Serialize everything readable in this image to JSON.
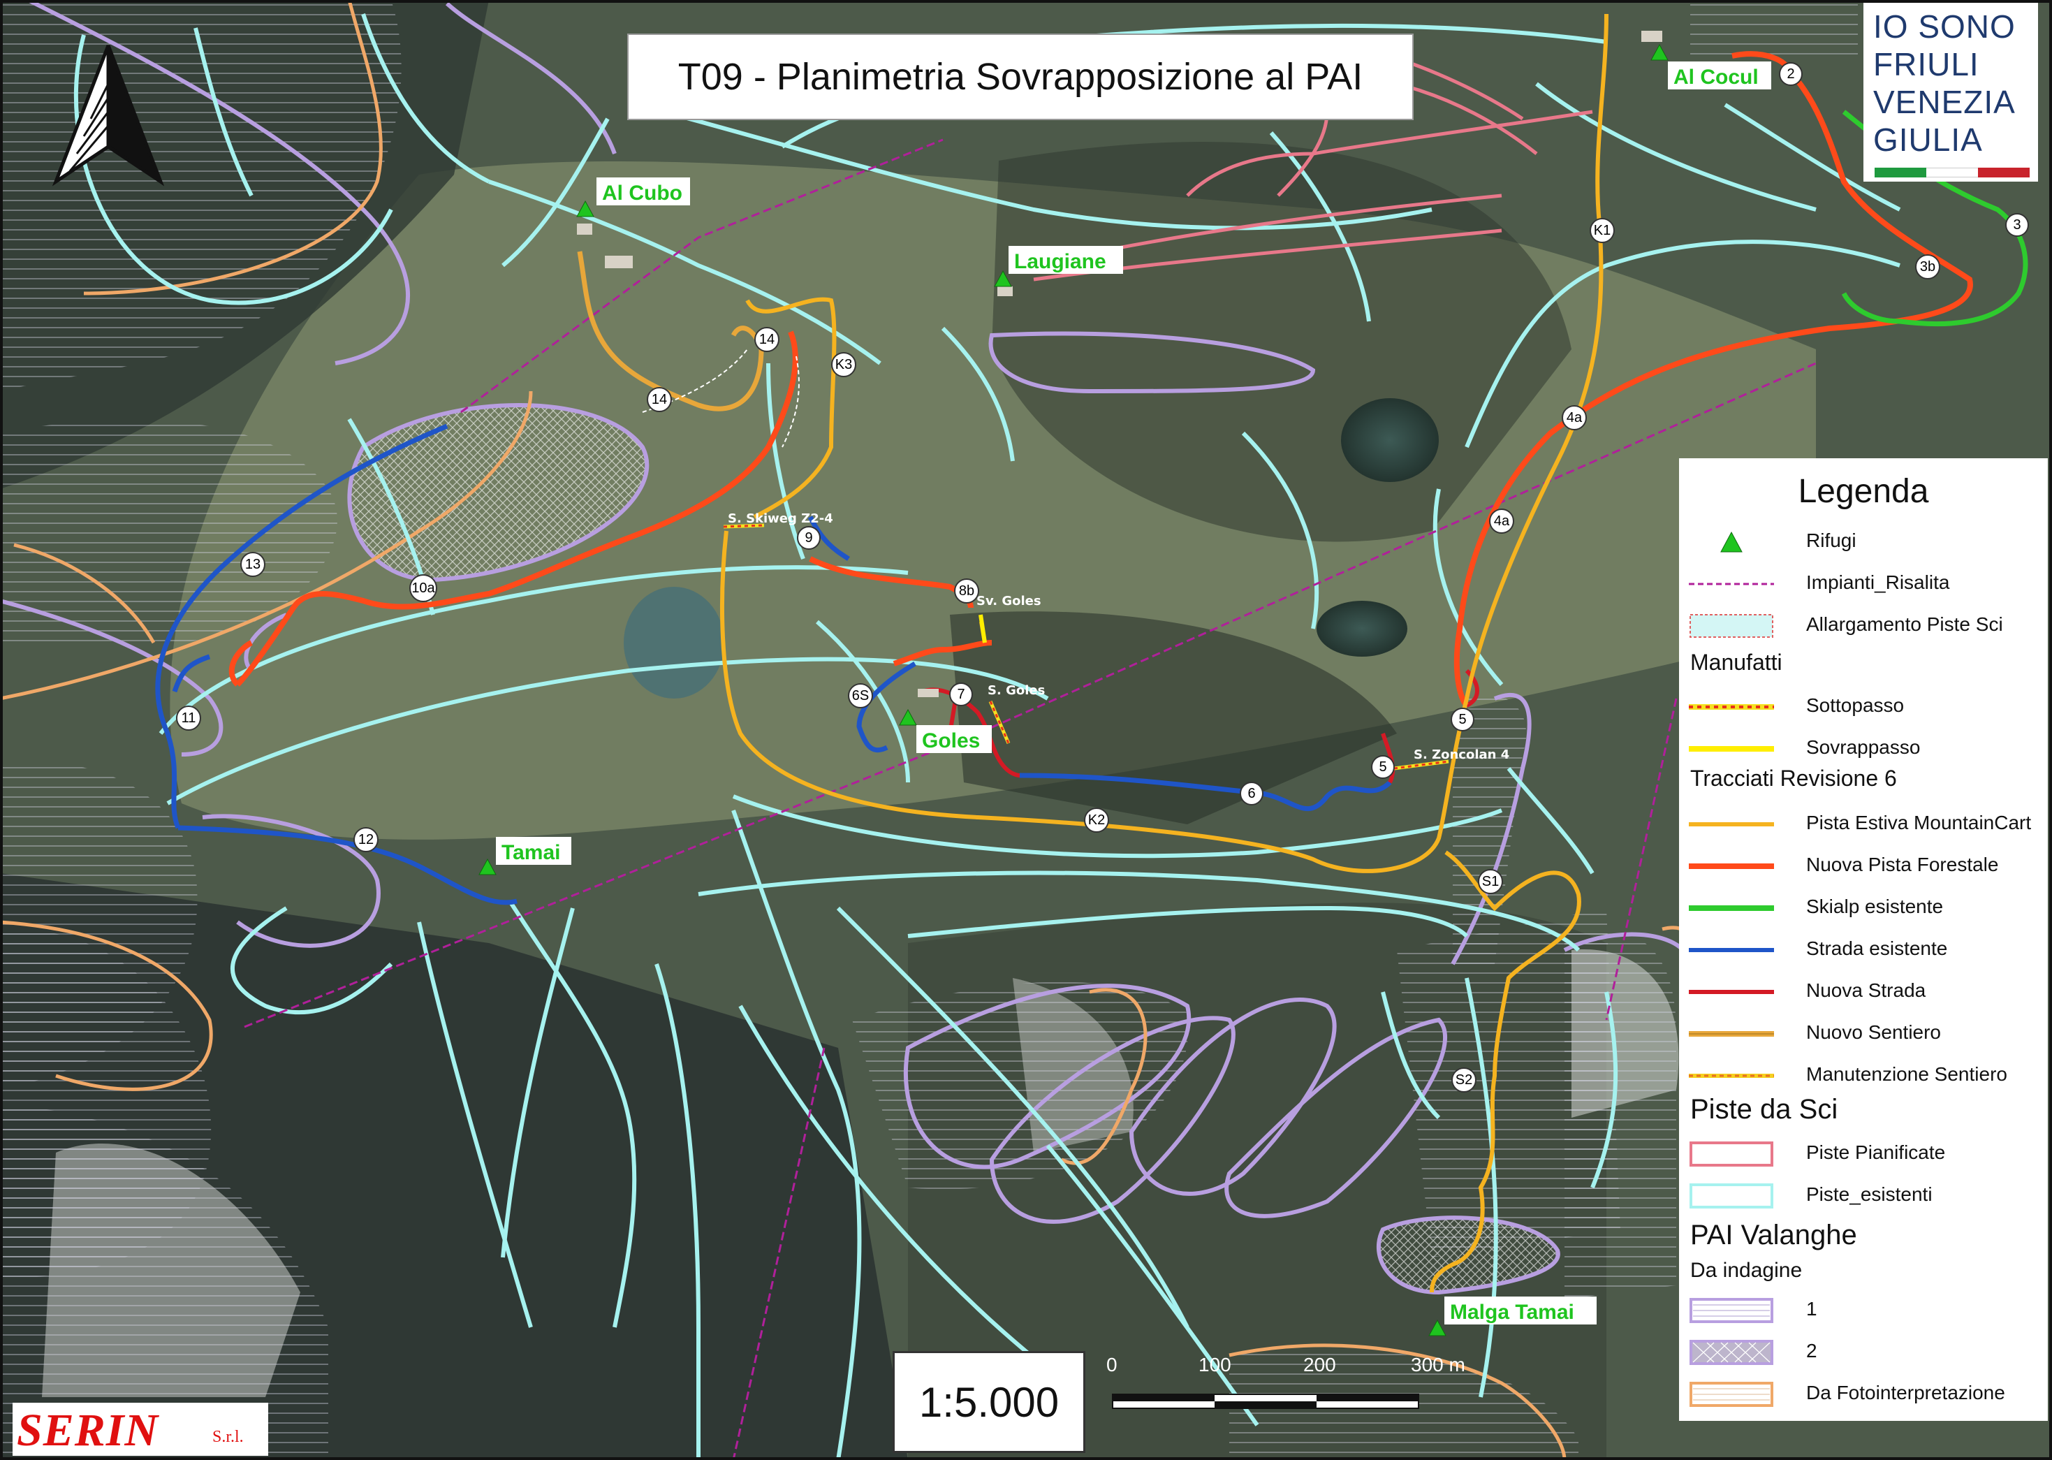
{
  "title": "T09 - Planimetria Sovrapposizione al PAI",
  "logo": {
    "lines": [
      "IO SONO",
      "FRIULI",
      "VENEZIA",
      "GIULIA"
    ],
    "flag_colors": [
      "#1f9a3f",
      "#ffffff",
      "#c8232c"
    ]
  },
  "scale": {
    "ratio": "1:5.000",
    "ticks": [
      "0",
      "100",
      "200",
      "300 m"
    ]
  },
  "company": {
    "name": "SERIN",
    "suffix": "S.r.l."
  },
  "huts": [
    "Al Cubo",
    "Laugiane",
    "Al Cocul",
    "Goles",
    "Tamai",
    "Malga Tamai"
  ],
  "nodes": [
    "2",
    "3",
    "3b",
    "4a",
    "4a",
    "5",
    "5",
    "6",
    "6S",
    "7",
    "8b",
    "9",
    "10a",
    "11",
    "12",
    "13",
    "14",
    "14",
    "K1",
    "K2",
    "K3",
    "S1",
    "S2"
  ],
  "feature_labels": [
    "S. Skiweg Z2-4",
    "Sv. Goles",
    "S. Goles",
    "S. Zoncolan 4"
  ],
  "legend": {
    "title": "Legenda",
    "items": {
      "rifugi": "Rifugi",
      "impianti": "Impianti_Risalita",
      "allargamento": "Allargamento Piste Sci",
      "manufatti": "Manufatti",
      "sottopasso": "Sottopasso",
      "sovrappasso": "Sovrappasso",
      "tracciati": "Tracciati Revisione 6",
      "mountaincart": "Pista Estiva MountainCart",
      "forestale": "Nuova Pista Forestale",
      "skialp": "Skialp esistente",
      "strada_esistente": "Strada esistente",
      "nuova_strada": "Nuova Strada",
      "nuovo_sentiero": "Nuovo Sentiero",
      "manutenzione": "Manutenzione Sentiero",
      "piste_sci": "Piste da Sci",
      "pianificate": "Piste Pianificate",
      "esistenti": "Piste_esistenti",
      "pai": "PAI Valanghe",
      "da_indagine": "Da indagine",
      "pai1": "1",
      "pai2": "2",
      "foto": "Da Fotointerpretazione"
    }
  },
  "colors": {
    "mountaincart": "#f5b320",
    "forestale": "#ff4a1a",
    "skialp": "#2ecb2e",
    "strada_esistente": "#1f55c8",
    "nuova_strada": "#d41a25",
    "nuovo_sentiero": "#e8a73a",
    "piste_pianificate": "#e8788a",
    "piste_esistenti": "#a6f2ef",
    "pai": "#b89fe0",
    "foto": "#f0a868",
    "impianti": "#b0209a",
    "hut": "#1fc41f"
  }
}
